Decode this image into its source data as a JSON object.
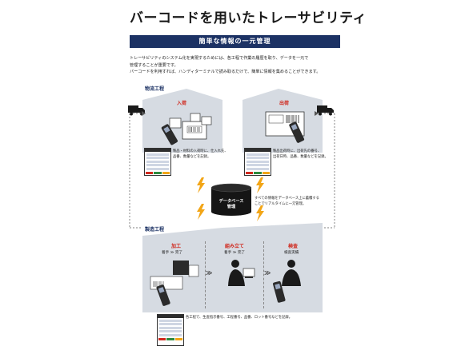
{
  "page": {
    "title": "バーコードを用いたトレーサビリティ",
    "section_heading": "簡単な情報の一元管理",
    "intro_lines": [
      "トレーサビリティのシステム化を実現するためには、各工程で作業の履歴を取り、データを一元で",
      "管理することが重要です。",
      "バーコードを利用すれば、ハンディターミナルで読み取るだけで、簡単に情報を集めることができます。"
    ]
  },
  "logistics": {
    "label": "物流工程",
    "receiving": {
      "label": "入荷",
      "desc_lines": [
        "製品・材料の入荷時に、仕入れ先、",
        "品番、数量などを記録。"
      ]
    },
    "shipping": {
      "label": "出荷",
      "desc_lines": [
        "製品出荷時に、出荷先の番号、",
        "出荷日時、品番、数量などを記録。"
      ]
    }
  },
  "database": {
    "label_lines": [
      "データベース",
      "管理"
    ],
    "desc_lines": [
      "すべての情報をデータベース上に蓄積する",
      "ことでリアルタイムに一元管理。"
    ]
  },
  "manufacturing": {
    "label": "製造工程",
    "processing": {
      "label": "加工",
      "sub": "着手 ≫ 完了"
    },
    "assembly": {
      "label": "組み立て",
      "sub": "着手 ≫ 完了"
    },
    "inspection": {
      "label": "検査",
      "sub": "検査実績"
    },
    "footer_desc": "各工程で、生産指示番号、工程番号、品番、ロット番号などを記録。"
  },
  "colors": {
    "navy": "#1c3264",
    "accent_red": "#d0281d",
    "bolt": "#f2a516",
    "roof_grey": "#d6dbe2"
  }
}
